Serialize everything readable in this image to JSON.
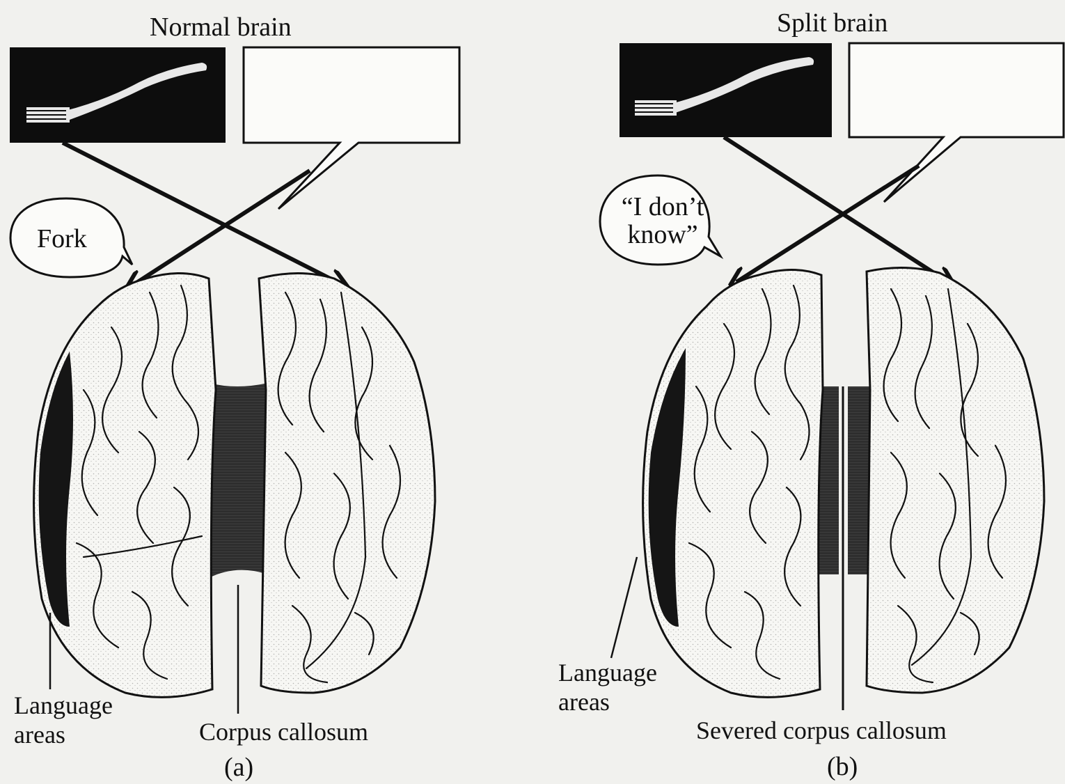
{
  "panels": [
    {
      "title": "Normal brain",
      "speech": "Fork",
      "language_label_line1": "Language",
      "language_label_line2": "areas",
      "callosum_label": "Corpus callosum",
      "panel_label": "(a)"
    },
    {
      "title": "Split brain",
      "speech_line1": "“I don’t",
      "speech_line2": "know”",
      "language_label_line1": "Language",
      "language_label_line2": "areas",
      "callosum_label": "Severed corpus callosum",
      "panel_label": "(b)"
    }
  ],
  "colors": {
    "background": "#f1f1ee",
    "ink": "#111111",
    "cortex_fill": "#f7f7f4",
    "language_area": "#151515",
    "callosum": "#3a3a3a"
  },
  "icons": [
    "fork-icon",
    "speech-bubble",
    "brain-illustration"
  ]
}
